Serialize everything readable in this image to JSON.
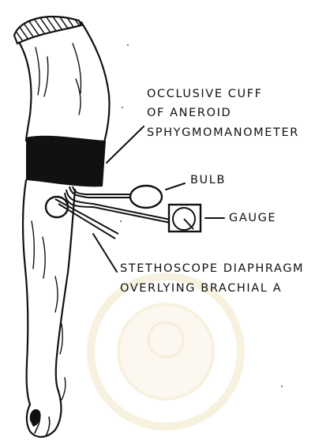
{
  "labels": {
    "cuff_line1": "OCCLUSIVE CUFF",
    "cuff_line2": "OF ANEROID",
    "cuff_line3": "SPHYGMOMANOMETER",
    "bulb": "BULB",
    "gauge": "GAUGE",
    "steth_line1": "STETHOSCOPE DIAPHRAGM",
    "steth_line2": "OVERLYING BRACHIAL A"
  },
  "colors": {
    "ink": "#111111",
    "background": "#ffffff",
    "watermark": "#f2e6c8"
  },
  "parts": [
    "arm-outline",
    "hatched-shoulder",
    "occlusive-cuff",
    "stethoscope-diaphragm",
    "rubber-bulb",
    "aneroid-gauge",
    "watermark-seal"
  ]
}
